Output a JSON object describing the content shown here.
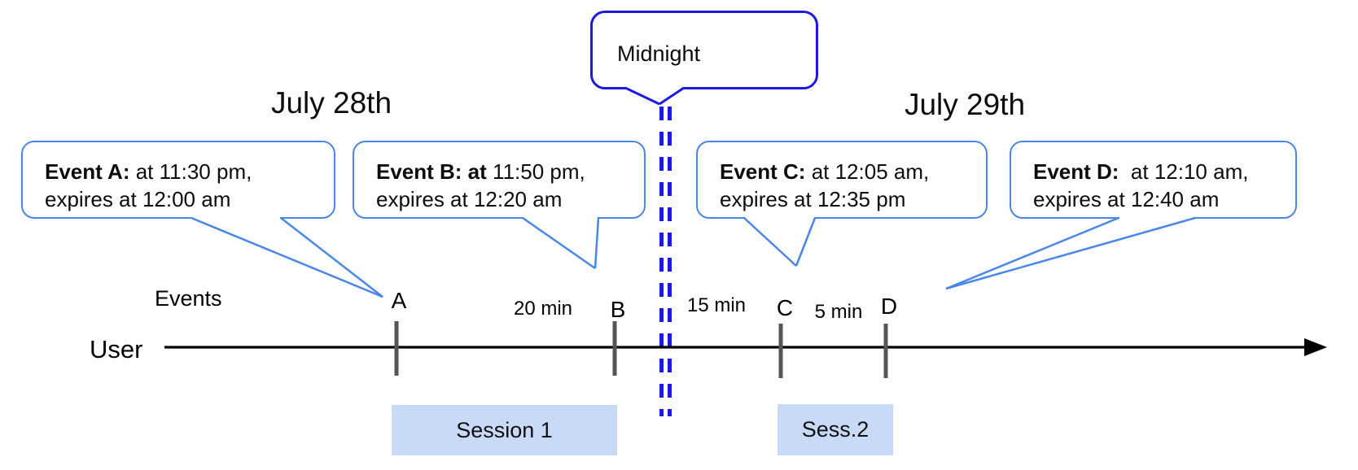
{
  "colors": {
    "event_callout_border": "#4a86e8",
    "midnight_blue": "#1b1be0",
    "session_fill": "#c9daf8",
    "tick_gray": "#555555",
    "timeline_black": "#000000"
  },
  "dates": {
    "left": "July 28th",
    "right": "July 29th"
  },
  "midnight_callout": {
    "label": "Midnight"
  },
  "event_callouts": [
    {
      "bold": "Event A:",
      "rest": " at 11:30 pm,",
      "line2": "expires at 12:00 am"
    },
    {
      "bold": "Event B: at",
      "rest": " 11:50 pm,",
      "line2": "expires at 12:20 am"
    },
    {
      "bold": "Event C:",
      "rest": " at 12:05 am,",
      "line2": "expires at 12:35 pm"
    },
    {
      "bold": "Event D:",
      "rest": "  at 12:10 am,",
      "line2": "expires at 12:40 am"
    }
  ],
  "timeline": {
    "row_label": "User",
    "events_label": "Events",
    "ticks": [
      "A",
      "B",
      "C",
      "D"
    ],
    "intervals": [
      "20 min",
      "15 min",
      "5 min"
    ]
  },
  "sessions": [
    "Session 1",
    "Sess.2"
  ]
}
